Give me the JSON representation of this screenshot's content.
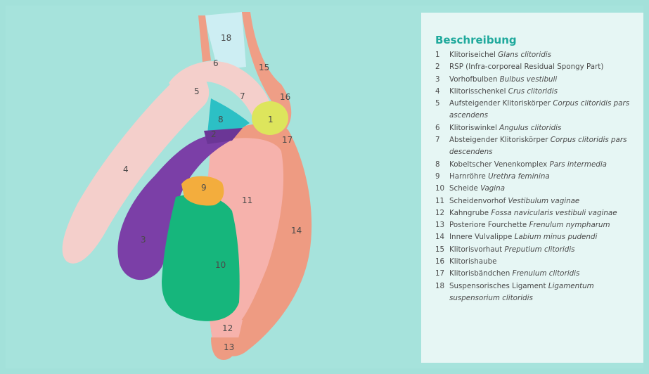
{
  "legend": {
    "title": "Beschreibung",
    "items": [
      {
        "num": "1",
        "label": "Klitoriseichel",
        "latin": "Glans clitoridis"
      },
      {
        "num": "2",
        "label": "RSP (Infra-corporeal Residual Spongy Part)",
        "latin": ""
      },
      {
        "num": "3",
        "label": "Vorhofbulben",
        "latin": "Bulbus vestibuli"
      },
      {
        "num": "4",
        "label": "Klitorisschenkel",
        "latin": "Crus clitoridis"
      },
      {
        "num": "5",
        "label": "Aufsteigender Klitoriskörper",
        "latin": "Corpus clitoridis pars ascendens"
      },
      {
        "num": "6",
        "label": "Klitoriswinkel",
        "latin": "Angulus clitoridis"
      },
      {
        "num": "7",
        "label": "Absteigender Klitoriskörper",
        "latin": "Corpus clitoridis pars descendens"
      },
      {
        "num": "8",
        "label": "Kobeltscher Venenkomplex",
        "latin": "Pars intermedia"
      },
      {
        "num": "9",
        "label": "Harnröhre",
        "latin": "Urethra feminina"
      },
      {
        "num": "10",
        "label": "Scheide",
        "latin": "Vagina"
      },
      {
        "num": "11",
        "label": "Scheidenvorhof",
        "latin": "Vestibulum vaginae"
      },
      {
        "num": "12",
        "label": "Kahngrube",
        "latin": "Fossa navicularis vestibuli vaginae"
      },
      {
        "num": "13",
        "label": "Posteriore Fourchette",
        "latin": "Frenulum nympharum"
      },
      {
        "num": "14",
        "label": "Innere Vulvalippe",
        "latin": "Labium minus pudendi"
      },
      {
        "num": "15",
        "label": "Klitorisvorhaut",
        "latin": "Preputium clitoridis"
      },
      {
        "num": "16",
        "label": "Klitorishaube",
        "latin": ""
      },
      {
        "num": "17",
        "label": "Klitorisbändchen",
        "latin": "Frenulum clitoridis"
      },
      {
        "num": "18",
        "label": "Suspensorisches Ligament",
        "latin": "Ligamentum suspensorium clitoridis"
      }
    ]
  },
  "colors": {
    "background": "#a3e1da",
    "panel": "#e6f6f4",
    "title": "#1fa99c",
    "labium": "#ee9b82",
    "vestibule": "#f6b2ac",
    "crus": "#f4cfcb",
    "bulb": "#7b3fa7",
    "vagina": "#16b67c",
    "urethra": "#f3ad3d",
    "glans": "#dde55c",
    "venous": "#2cc0c5",
    "ligament": "#cdeef3"
  }
}
